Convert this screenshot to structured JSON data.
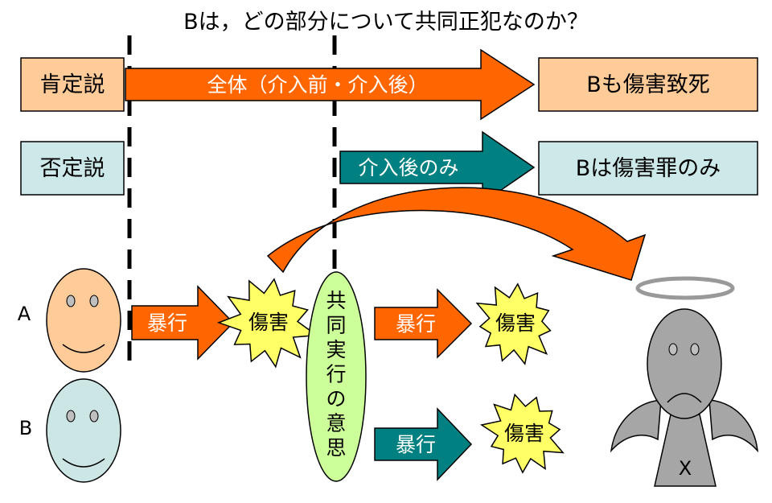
{
  "title": "Bは，どの部分について共同正犯なのか？",
  "theories": {
    "affirm": {
      "label": "肯定説",
      "arrow": "全体（介入前・介入後）",
      "result": "Bも傷害致死"
    },
    "negate": {
      "label": "否定説",
      "arrow": "介入後のみ",
      "result": "Bは傷害罪のみ"
    }
  },
  "persons": {
    "a": "A",
    "b": "B",
    "victim": "X"
  },
  "acts": {
    "violence_a_before": "暴行",
    "injury_before": "傷害",
    "joint_intent": [
      "共",
      "同",
      "実",
      "行",
      "の",
      "意",
      "思"
    ],
    "violence_a_after": "暴行",
    "injury_a_after": "傷害",
    "violence_b_after": "暴行",
    "injury_b_after": "傷害"
  },
  "colors": {
    "orange_arrow": "#ff6600",
    "teal_arrow": "#008080",
    "peach_box": "#ffcc99",
    "cyan_box": "#cce8e8",
    "face_a": "#ffcc99",
    "face_b": "#cce6e6",
    "starburst": "#ffff66",
    "intent_oval": "#ccff99",
    "angel_gray": "#a6a6a6"
  }
}
